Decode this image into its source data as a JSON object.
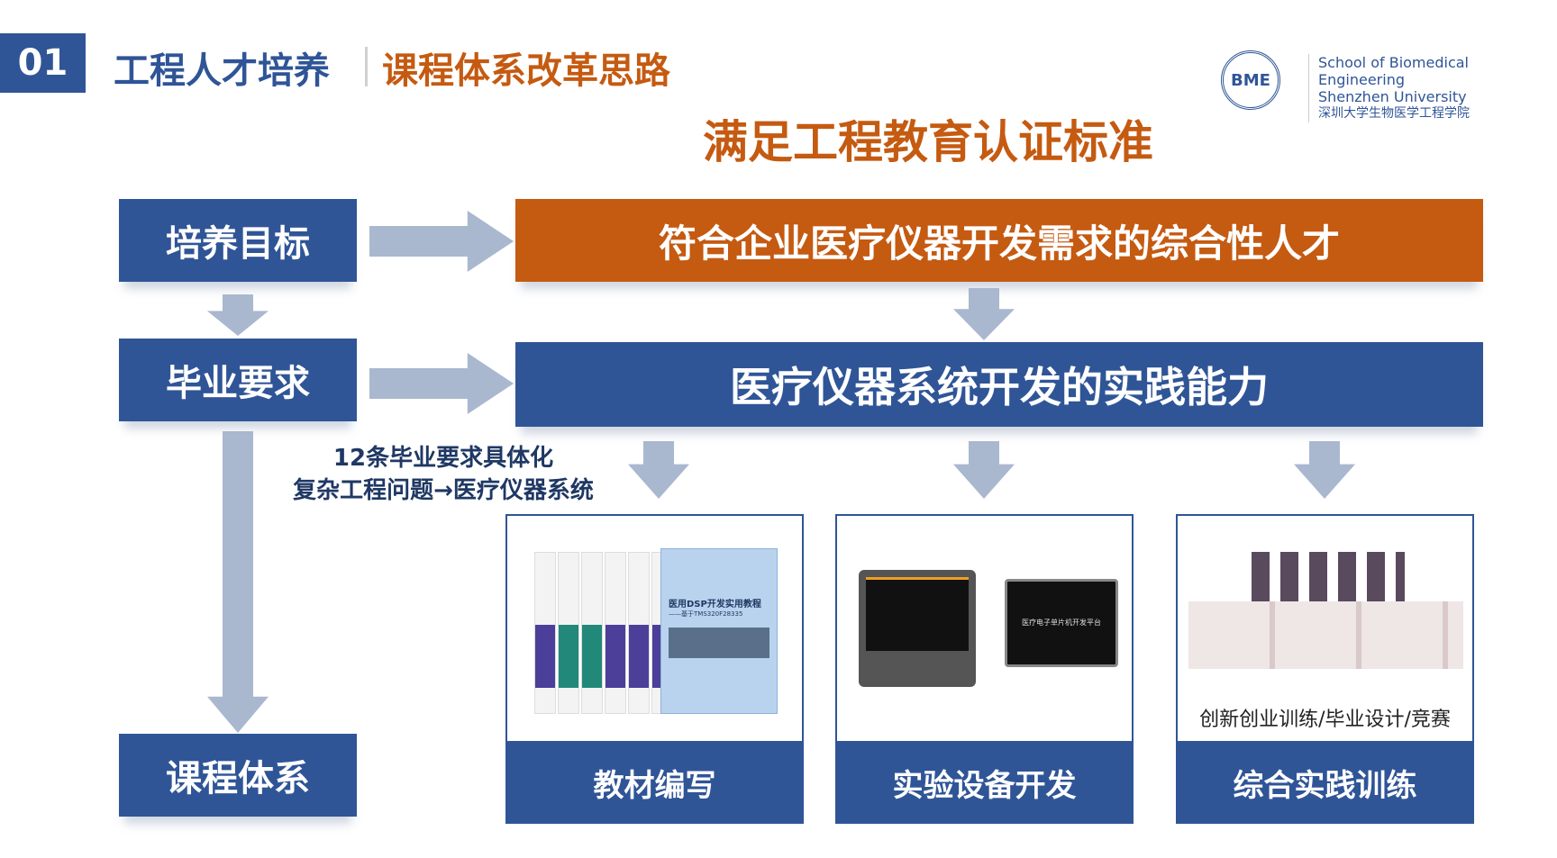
{
  "header": {
    "number": "01",
    "title": "工程人才培养",
    "subtitle": "课程体系改革思路"
  },
  "logo": {
    "mark": "BME",
    "line1": "School of Biomedical Engineering",
    "line2": "Shenzhen University",
    "line3": "深圳大学生物医学工程学院"
  },
  "headline": "满足工程教育认证标准",
  "left": {
    "goal": "培养目标",
    "requirement": "毕业要求",
    "curriculum": "课程体系"
  },
  "bars": {
    "talent": "符合企业医疗仪器开发需求的综合性人才",
    "ability": "医疗仪器系统开发的实践能力"
  },
  "note": {
    "line1": "12条毕业要求具体化",
    "line2": "复杂工程问题→医疗仪器系统"
  },
  "panels": [
    {
      "label": "教材编写",
      "book_title": "医用DSP开发实用教程",
      "book_subtitle": "——基于TMS320F28335"
    },
    {
      "label": "实验设备开发",
      "device_text": "医疗电子单片机开发平台"
    },
    {
      "label": "综合实践训练",
      "caption": "创新创业训练/毕业设计/竞赛"
    }
  ],
  "colors": {
    "blue": "#2f5597",
    "orange": "#c55a11",
    "arrow": "#a9b8cf"
  }
}
